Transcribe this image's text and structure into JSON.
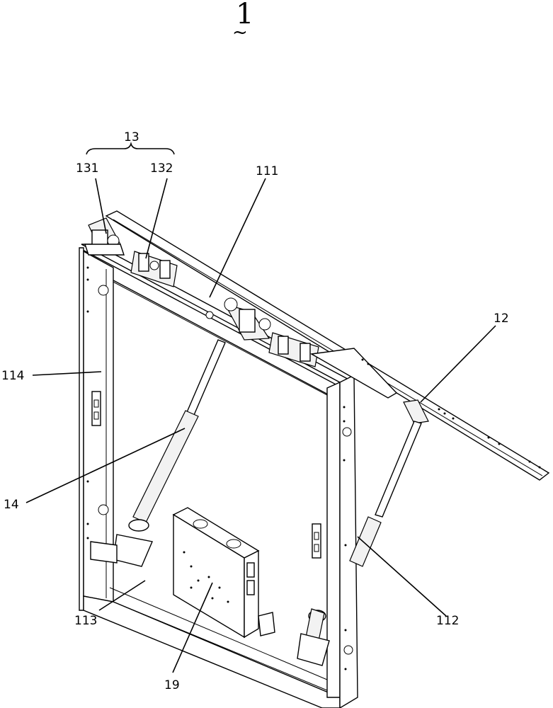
{
  "figure": {
    "number": "1",
    "tilde": "~"
  },
  "labels": {
    "l13": "13",
    "l131": "131",
    "l132": "132",
    "l111": "111",
    "l12": "12",
    "l114": "114",
    "l14": "14",
    "l112": "112",
    "l113": "113",
    "l19": "19"
  },
  "colors": {
    "ink": "#000000",
    "paper": "#ffffff"
  }
}
